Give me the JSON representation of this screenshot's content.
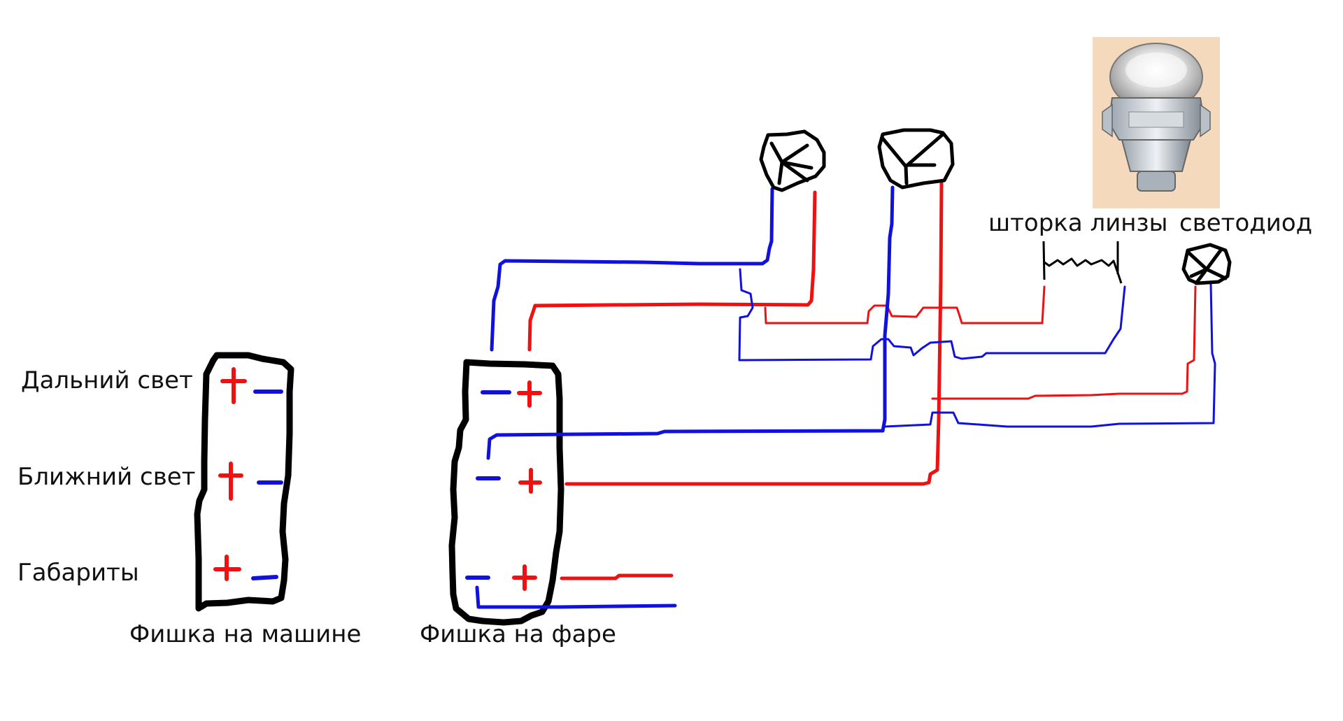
{
  "labels": {
    "high_beam": "Дальний свет",
    "low_beam": "Ближний свет",
    "parking": "Габариты",
    "car_connector": "Фишка на машине",
    "lamp_connector": "Фишка на фаре",
    "lens_shutter": "шторка линзы",
    "led": "светодиод"
  },
  "colors": {
    "positive": "#ee1111",
    "negative": "#1111dd",
    "outline": "#000000"
  },
  "photo": {
    "subject": "projector-lens-module"
  }
}
